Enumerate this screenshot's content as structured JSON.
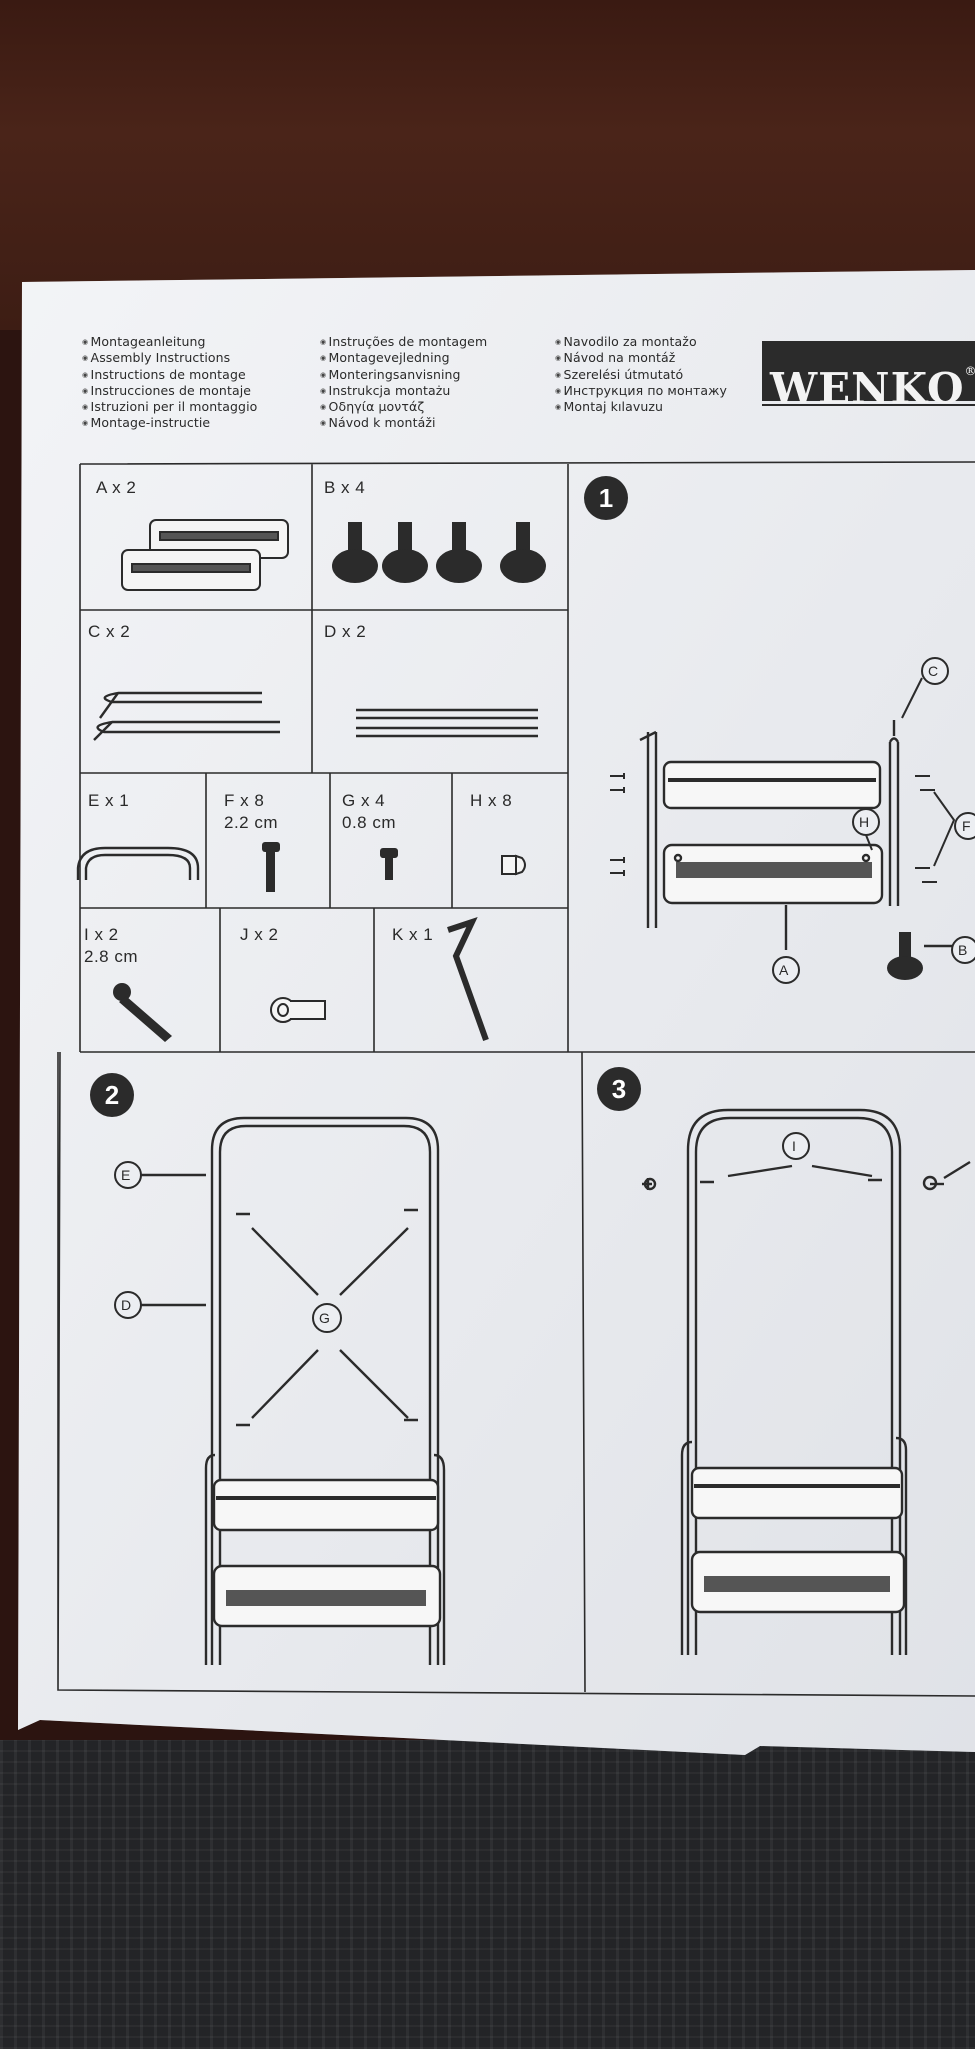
{
  "header": {
    "col1": [
      "Montageanleitung",
      "Assembly Instructions",
      "Instructions de montage",
      "Instrucciones de montaje",
      "Istruzioni per il montaggio",
      "Montage-instructie"
    ],
    "col2": [
      "Instruções de montagem",
      "Montagevejledning",
      "Monteringsanvisning",
      "Instrukcja montażu",
      "Οδηγία μοντάζ",
      "Návod k montáži"
    ],
    "col3": [
      "Navodilo za montažo",
      "Návod na montáž",
      "Szerelési útmutató",
      "Инструкция по монтажу",
      "Montaj kılavuzu"
    ]
  },
  "brand": {
    "logo": "WENKO",
    "mark": "®"
  },
  "parts": [
    {
      "label": "A x 2"
    },
    {
      "label": "B x 4"
    },
    {
      "label": "C x 2"
    },
    {
      "label": "D x 2"
    },
    {
      "label": "E x 1"
    },
    {
      "label": "F x 8",
      "size": "2.2 cm"
    },
    {
      "label": "G x 4",
      "size": "0.8 cm"
    },
    {
      "label": "H x 8"
    },
    {
      "label": "I x 2",
      "size": "2.8 cm"
    },
    {
      "label": "J x 2"
    },
    {
      "label": "K x 1"
    }
  ],
  "steps": [
    "1",
    "2",
    "3"
  ],
  "callouts": {
    "step1": [
      "C",
      "H",
      "F",
      "A",
      "B"
    ],
    "step2": [
      "E",
      "D",
      "G"
    ],
    "step3": [
      "I"
    ]
  },
  "colors": {
    "paper": "#eceef2",
    "ink": "#2b2b2b",
    "wood": "#3d1d14",
    "carpet": "#232427"
  }
}
